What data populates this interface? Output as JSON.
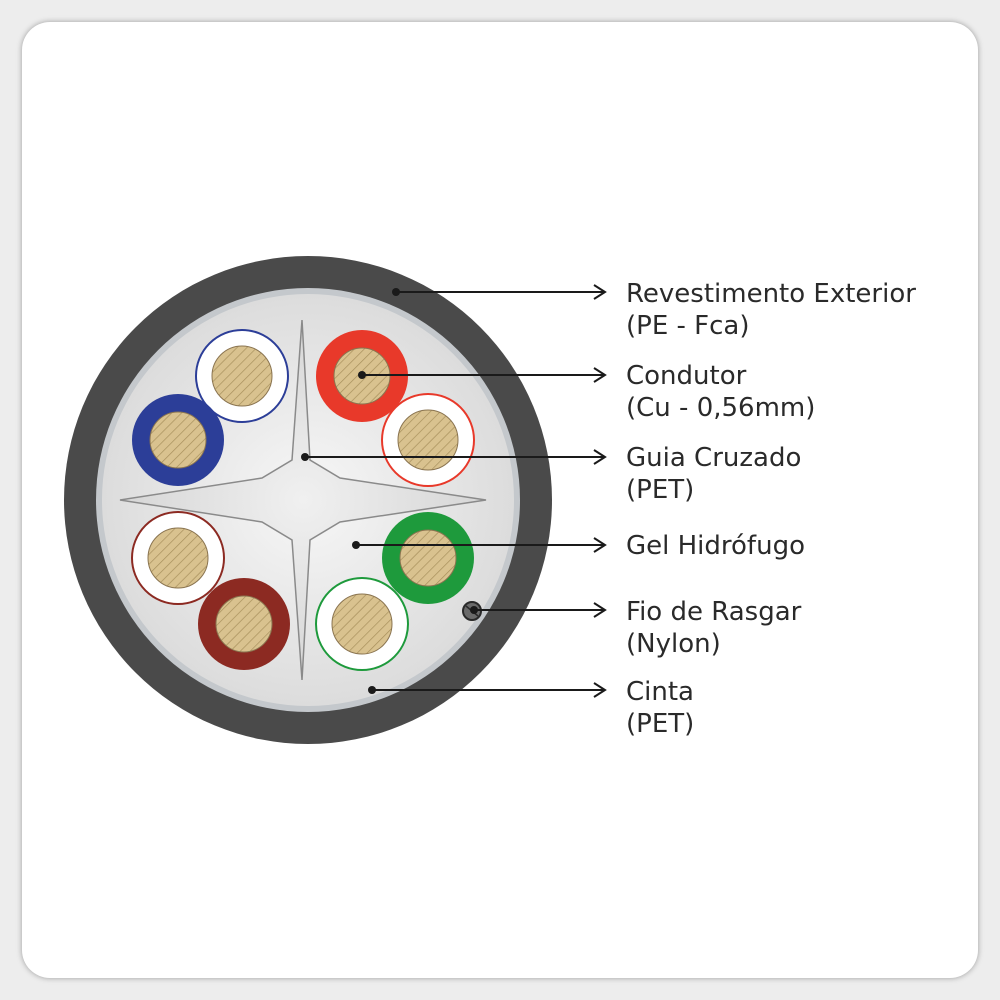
{
  "labels": [
    {
      "id": "jacket",
      "line1": "Revestimento Exterior",
      "line2": "(PE - Fca)"
    },
    {
      "id": "conductor",
      "line1": "Condutor",
      "line2": "(Cu - 0,56mm)"
    },
    {
      "id": "cross",
      "line1": "Guia Cruzado",
      "line2": "(PET)"
    },
    {
      "id": "gel",
      "line1": "Gel Hidrófugo",
      "line2": ""
    },
    {
      "id": "ripcord",
      "line1": "Fio de Rasgar",
      "line2": "(Nylon)"
    },
    {
      "id": "tape",
      "line1": "Cinta",
      "line2": "(PET)"
    }
  ],
  "colors": {
    "jacket": "#4a4a4a",
    "tape": "#c4c8cc",
    "gel": "#f3f3f3",
    "copper": "#d9c28f",
    "blue": "#2c3e98",
    "red": "#e8392a",
    "green": "#1e9a3c",
    "brown": "#8c2a22",
    "white": "#ffffff"
  },
  "wires": [
    {
      "name": "white-blue",
      "insulation": "white",
      "stripe": "blue"
    },
    {
      "name": "blue",
      "insulation": "blue",
      "stripe": "blue"
    },
    {
      "name": "red",
      "insulation": "red",
      "stripe": "red"
    },
    {
      "name": "white-red",
      "insulation": "white",
      "stripe": "red"
    },
    {
      "name": "green",
      "insulation": "green",
      "stripe": "green"
    },
    {
      "name": "white-green",
      "insulation": "white",
      "stripe": "green"
    },
    {
      "name": "brown",
      "insulation": "brown",
      "stripe": "brown"
    },
    {
      "name": "white-brown",
      "insulation": "white",
      "stripe": "brown"
    }
  ]
}
